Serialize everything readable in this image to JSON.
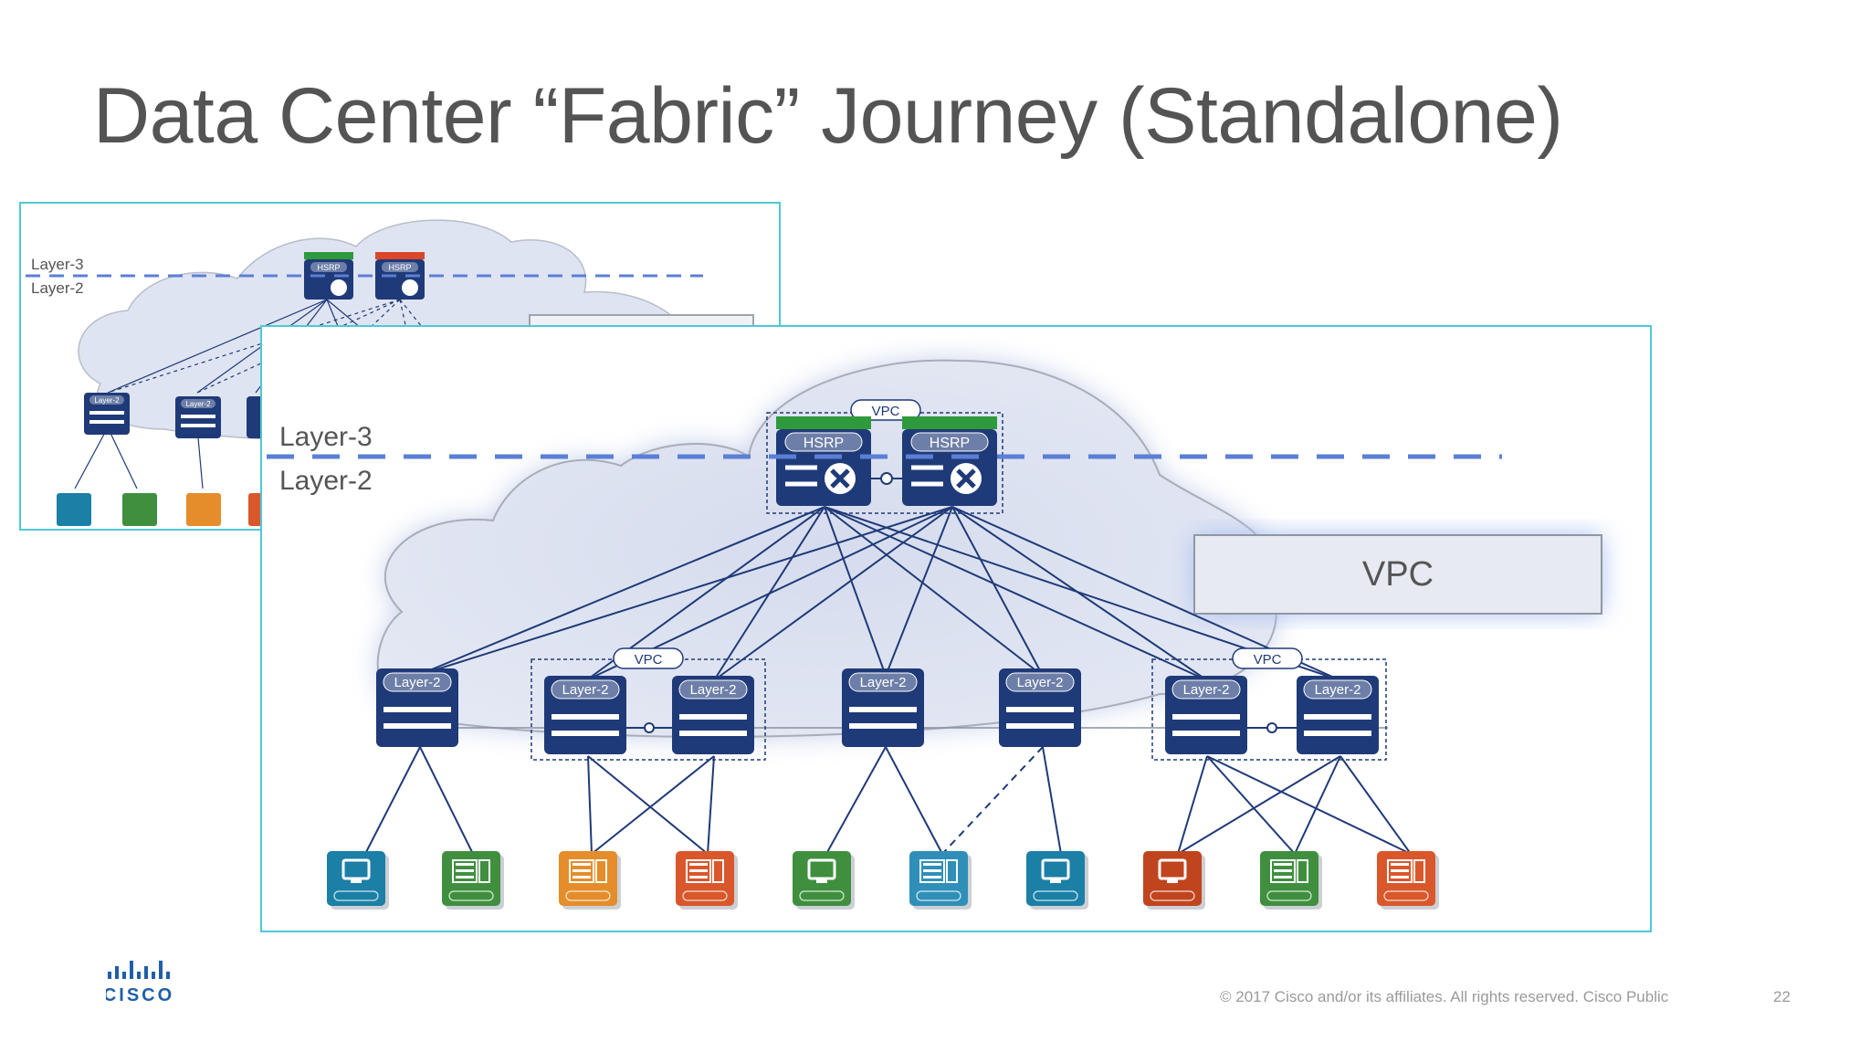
{
  "slide": {
    "title": "Data Center “Fabric” Journey (Standalone)",
    "copyright": "© 2017  Cisco and/or its affiliates. All rights reserved.   Cisco Public",
    "page_number": "22",
    "logo_text": "CISCO"
  },
  "back_diagram": {
    "layer3_label": "Layer-3",
    "layer2_label": "Layer-2",
    "hsrp_label": "HSRP",
    "switch_label": "Layer-2"
  },
  "front_diagram": {
    "layer3_label": "Layer-3",
    "layer2_label": "Layer-2",
    "vpc_box_label": "VPC",
    "vpc_tag": "VPC",
    "hsrp_label": "HSRP",
    "switch_label": "Layer-2"
  },
  "colors": {
    "accent_border": "#4fc8d6",
    "switch_navy": "#1f3a78",
    "dashed_line": "#5b7fd6",
    "hsrp_green": "#2e9a3c",
    "hsrp_red": "#d9472b"
  },
  "endpoints": [
    {
      "icon": "server-monitor-icon",
      "color": "#1b7fa6"
    },
    {
      "icon": "hypervisor-icon",
      "color": "#3f8f3f"
    },
    {
      "icon": "hypervisor-icon",
      "color": "#e48d2a"
    },
    {
      "icon": "hypervisor-icon",
      "color": "#d9572b"
    },
    {
      "icon": "server-monitor-icon",
      "color": "#3f8f3f"
    },
    {
      "icon": "hypervisor-icon",
      "color": "#2f8fb8"
    },
    {
      "icon": "server-monitor-icon",
      "color": "#1b7fa6"
    },
    {
      "icon": "server-monitor-icon",
      "color": "#c0451e"
    },
    {
      "icon": "hypervisor-icon",
      "color": "#3f8f3f"
    },
    {
      "icon": "hypervisor-icon",
      "color": "#d9572b"
    }
  ]
}
